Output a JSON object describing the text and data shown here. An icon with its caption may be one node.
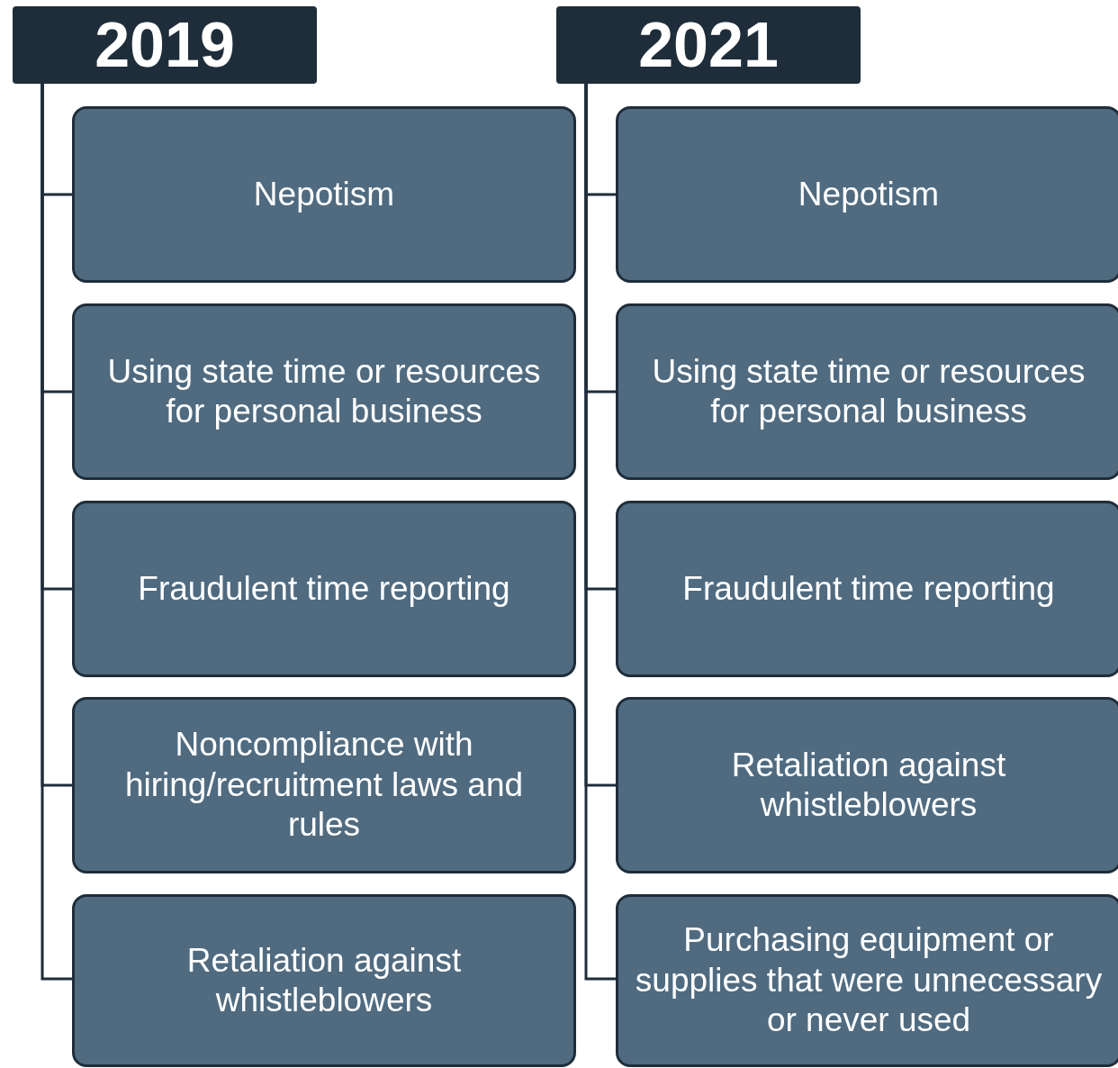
{
  "diagram": {
    "nodes": [
      {
        "text": [
          "2019"
        ]
      },
      {
        "text": [
          "Nepotism"
        ]
      },
      {
        "text": [
          "Using state time or resources for personal business"
        ]
      },
      {
        "text": [
          "Fraudulent time reporting"
        ]
      },
      {
        "text": [
          "Noncompliance with hiring/recruitment laws and rules"
        ]
      },
      {
        "text": [
          "Retaliation against whistleblowers"
        ]
      },
      {
        "text": [
          "2021"
        ]
      },
      {
        "text": [
          "Nepotism"
        ]
      },
      {
        "text": [
          "Using state time or resources for personal business"
        ]
      },
      {
        "text": [
          "Fraudulent time reporting"
        ]
      },
      {
        "text": [
          "Retaliation against whistleblowers"
        ]
      },
      {
        "text": [
          "Purchasing equipment or supplies that were unnecessary or never used"
        ]
      }
    ],
    "edges": [
      {
        "from": 0,
        "to": 1,
        "arrow": "none"
      },
      {
        "from": 0,
        "to": 2,
        "arrow": "none"
      },
      {
        "from": 0,
        "to": 3,
        "arrow": "none"
      },
      {
        "from": 0,
        "to": 4,
        "arrow": "none"
      },
      {
        "from": 0,
        "to": 5,
        "arrow": "none"
      },
      {
        "from": 6,
        "to": 7,
        "arrow": "none"
      },
      {
        "from": 6,
        "to": 8,
        "arrow": "none"
      },
      {
        "from": 6,
        "to": 9,
        "arrow": "none"
      },
      {
        "from": 6,
        "to": 10,
        "arrow": "none"
      },
      {
        "from": 6,
        "to": 11,
        "arrow": "none"
      }
    ]
  }
}
